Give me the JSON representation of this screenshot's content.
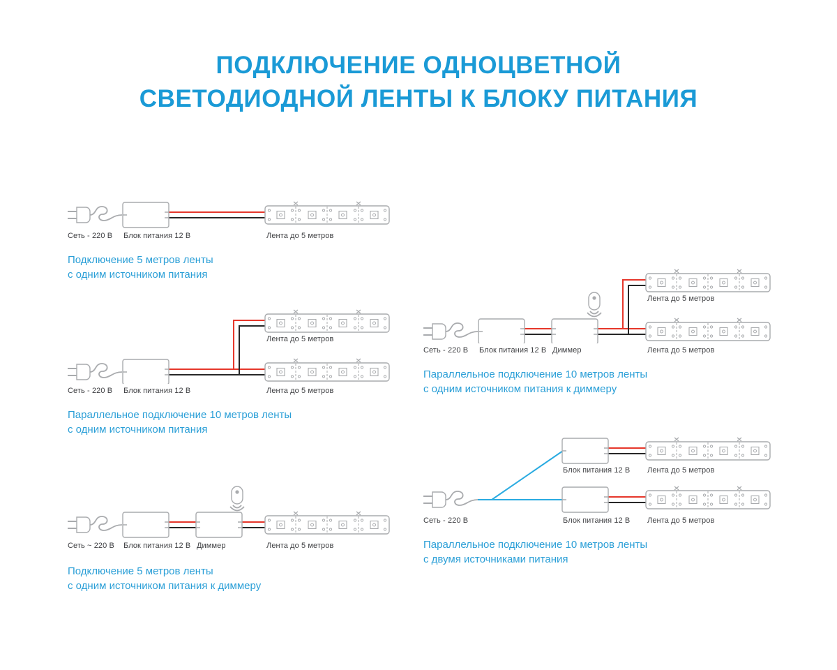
{
  "title": {
    "line1": "ПОДКЛЮЧЕНИЕ ОДНОЦВЕТНОЙ",
    "line2": "СВЕТОДИОДНОЙ ЛЕНТЫ К БЛОКУ ПИТАНИЯ"
  },
  "colors": {
    "accent": "#1a9ad6",
    "caption": "#2b9fd7",
    "label": "#3f4043",
    "outline": "#a9abae",
    "wire_red": "#e6372b",
    "wire_black": "#272727",
    "wire_blue": "#2aabe1"
  },
  "icons": {
    "plug-icon": "svg plug with two prongs and looped cord",
    "power-supply-icon": "svg outlined box with terminals",
    "dimmer-icon": "svg outlined box with terminals",
    "remote-icon": "svg remote control with radio waves",
    "led-strip-icon": "svg segmented strip with LEDs, pads and cut marks"
  },
  "diagrams": {
    "d1": {
      "labels": {
        "mains": "Сеть - 220 В",
        "psu": "Блок питания 12 В",
        "strip": "Лента до 5 метров"
      },
      "caption": {
        "line1": "Подключение 5 метров ленты",
        "line2": "с одним источником питания"
      }
    },
    "d2": {
      "labels": {
        "mains": "Сеть - 220 В",
        "psu": "Блок питания 12 В",
        "strip_top": "Лента до 5 метров",
        "strip_bottom": "Лента до 5 метров"
      },
      "caption": {
        "line1": "Параллельное подключение 10 метров ленты",
        "line2": "с одним источником питания"
      }
    },
    "d3": {
      "labels": {
        "mains": "Сеть ~ 220 В",
        "psu": "Блок питания 12 В",
        "dimmer": "Диммер",
        "strip": "Лента до 5 метров"
      },
      "caption": {
        "line1": "Подключение 5 метров ленты",
        "line2": "с одним источником питания к диммеру"
      }
    },
    "d4": {
      "labels": {
        "mains": "Сеть - 220 В",
        "psu": "Блок питания 12 В",
        "dimmer": "Диммер",
        "strip_top": "Лента до 5 метров",
        "strip_bottom": "Лента до 5 метров"
      },
      "caption": {
        "line1": "Параллельное подключение 10 метров ленты",
        "line2": "с одним источником питания к диммеру"
      }
    },
    "d5": {
      "labels": {
        "mains": "Сеть - 220 В",
        "psu_top": "Блок питания 12 В",
        "psu_bottom": "Блок питания 12 В",
        "strip_top": "Лента до 5 метров",
        "strip_bottom": "Лента до 5 метров"
      },
      "caption": {
        "line1": "Параллельное подключение 10 метров ленты",
        "line2": "с двумя источниками питания"
      }
    }
  }
}
